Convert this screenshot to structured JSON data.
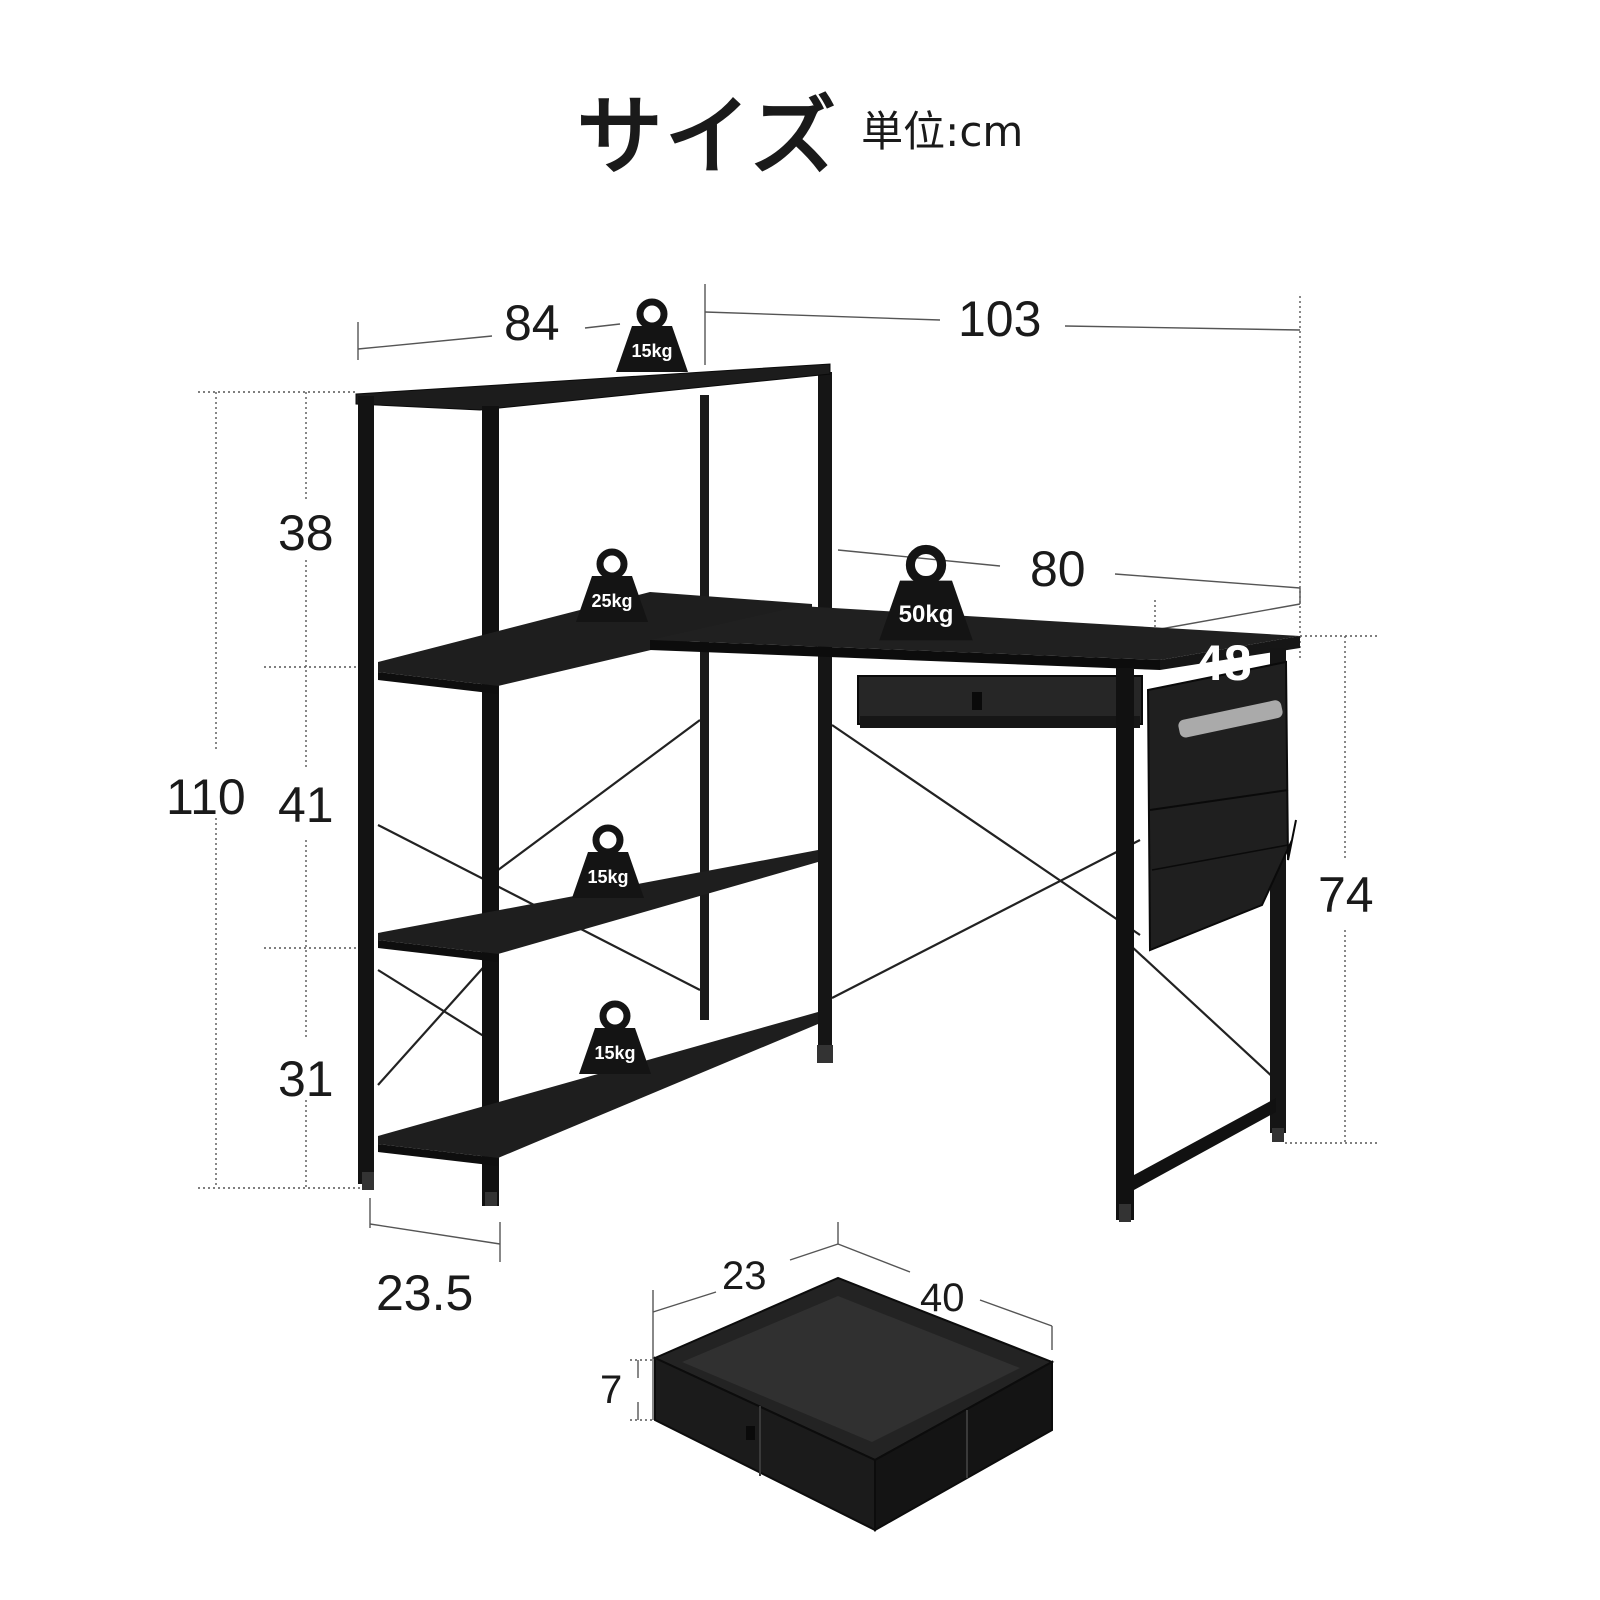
{
  "title": {
    "main": "サイズ",
    "unit": "単位:cm"
  },
  "dimensions": {
    "desk_total_width": "103",
    "shelf_width": "84",
    "shelf_depth": "23.5",
    "total_height": "110",
    "shelf_tier_top": "38",
    "shelf_tier_middle": "41",
    "shelf_tier_bottom": "31",
    "desk_width": "80",
    "desk_depth": "48",
    "desk_height": "74",
    "drawer_depth": "23",
    "drawer_width": "40",
    "drawer_height": "7"
  },
  "load_badges": {
    "top_shelf": "15kg",
    "desk_shelf": "25kg",
    "desk_top": "50kg",
    "middle_shelf": "15kg",
    "bottom_shelf": "15kg"
  },
  "colors": {
    "furniture": "#141414",
    "wood": "#1e1e1e",
    "dim_line": "#555555",
    "text": "#1a1a1a"
  },
  "icons": {
    "weight": "kettlebell-weight-icon"
  }
}
